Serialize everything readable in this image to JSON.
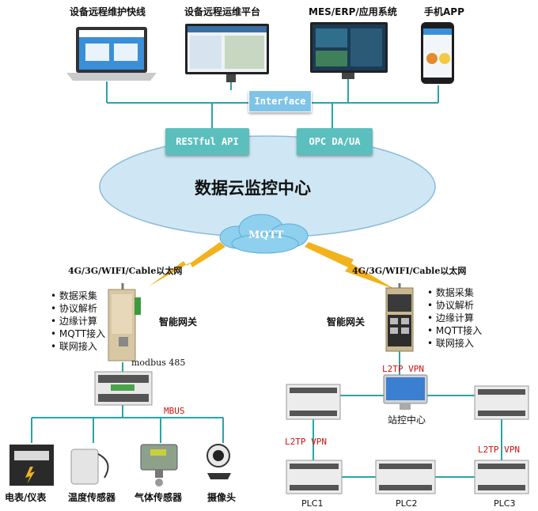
{
  "top_systems": [
    {
      "label": "设备远程维护快线"
    },
    {
      "label": "设备远程运维平台"
    },
    {
      "label": "MES/ERP/应用系统"
    },
    {
      "label": "手机APP"
    }
  ],
  "interface_label": "Interface",
  "api_boxes": {
    "restful": "RESTful API",
    "opc": "OPC DA/UA"
  },
  "cloud_title": "数据云监控中心",
  "mqtt_label": "MQTT",
  "network_left": "4G/3G/WIFI/Cable以太网",
  "network_right": "4G/3G/WIFI/Cable以太网",
  "gateway_features_left": [
    "数据采集",
    "协议解析",
    "边缘计算",
    "MQTT接入",
    "联网接入"
  ],
  "gateway_features_right": [
    "数据采集",
    "协议解析",
    "边缘计算",
    "MQTT接入",
    "联网接入"
  ],
  "gateway_label_left": "智能网关",
  "gateway_label_right": "智能网关",
  "modbus_label": "modbus 485",
  "mbus_label": "MBUS",
  "l2tp_labels": [
    "L2TP VPN",
    "L2TP VPN",
    "L2TP VPN"
  ],
  "station_label": "站控中心",
  "devices": [
    {
      "label": "电表/仪表"
    },
    {
      "label": "温度传感器"
    },
    {
      "label": "气体传感器"
    },
    {
      "label": "摄像头"
    }
  ],
  "plcs": [
    {
      "label": "PLC1"
    },
    {
      "label": "PLC2"
    },
    {
      "label": "PLC3"
    }
  ],
  "colors": {
    "line": "#2aa4a6",
    "teal": "#5bbfbd",
    "interface": "#7fc4e8",
    "cloud_fill": "#cfe7f4",
    "vpn_red": "#d01010",
    "bolt": "#f2b21c"
  }
}
